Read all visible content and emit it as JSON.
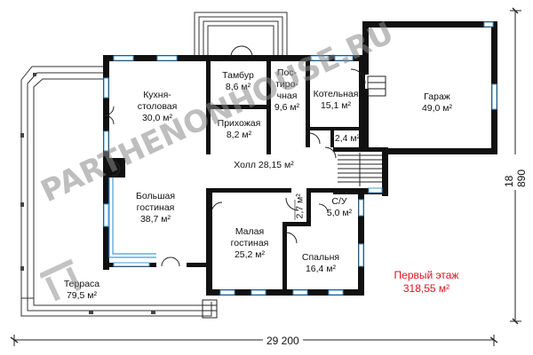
{
  "rooms": {
    "kitchen": {
      "name": "Кухня-\nстоловая",
      "area": "30,0 м²"
    },
    "tambur": {
      "name": "Тамбур",
      "area": "8,6 м²"
    },
    "laundry": {
      "name": "Пос-\nтиро-\nчная",
      "area": "9,6 м²"
    },
    "boiler": {
      "name": "Котельная",
      "area": "15,1 м²"
    },
    "garage": {
      "name": "Гараж",
      "area": "49,0 м²"
    },
    "hallway": {
      "name": "Прихожая",
      "area": "8,2 м²"
    },
    "small_store": {
      "area": "2,4 м²"
    },
    "hall": {
      "label": "Холл 28,15 м²"
    },
    "living_big": {
      "name": "Большая\nгостиная",
      "area": "38,7 м²"
    },
    "living_small": {
      "name": "Малая\nгостиная",
      "area": "25,2 м²"
    },
    "closet": {
      "area": "2,7 м²"
    },
    "bath": {
      "name": "С/У",
      "area": "5,0 м²"
    },
    "bedroom": {
      "name": "Спальня",
      "area": "16,4 м²"
    },
    "terrace": {
      "name": "Терраса",
      "area": "79,5 м²"
    }
  },
  "floor": {
    "title": "Первый этаж",
    "area": "318,55 м²"
  },
  "dimensions": {
    "width": "29 200",
    "height": "18 890"
  },
  "watermark": "PARTHENONHOUSE.RU"
}
